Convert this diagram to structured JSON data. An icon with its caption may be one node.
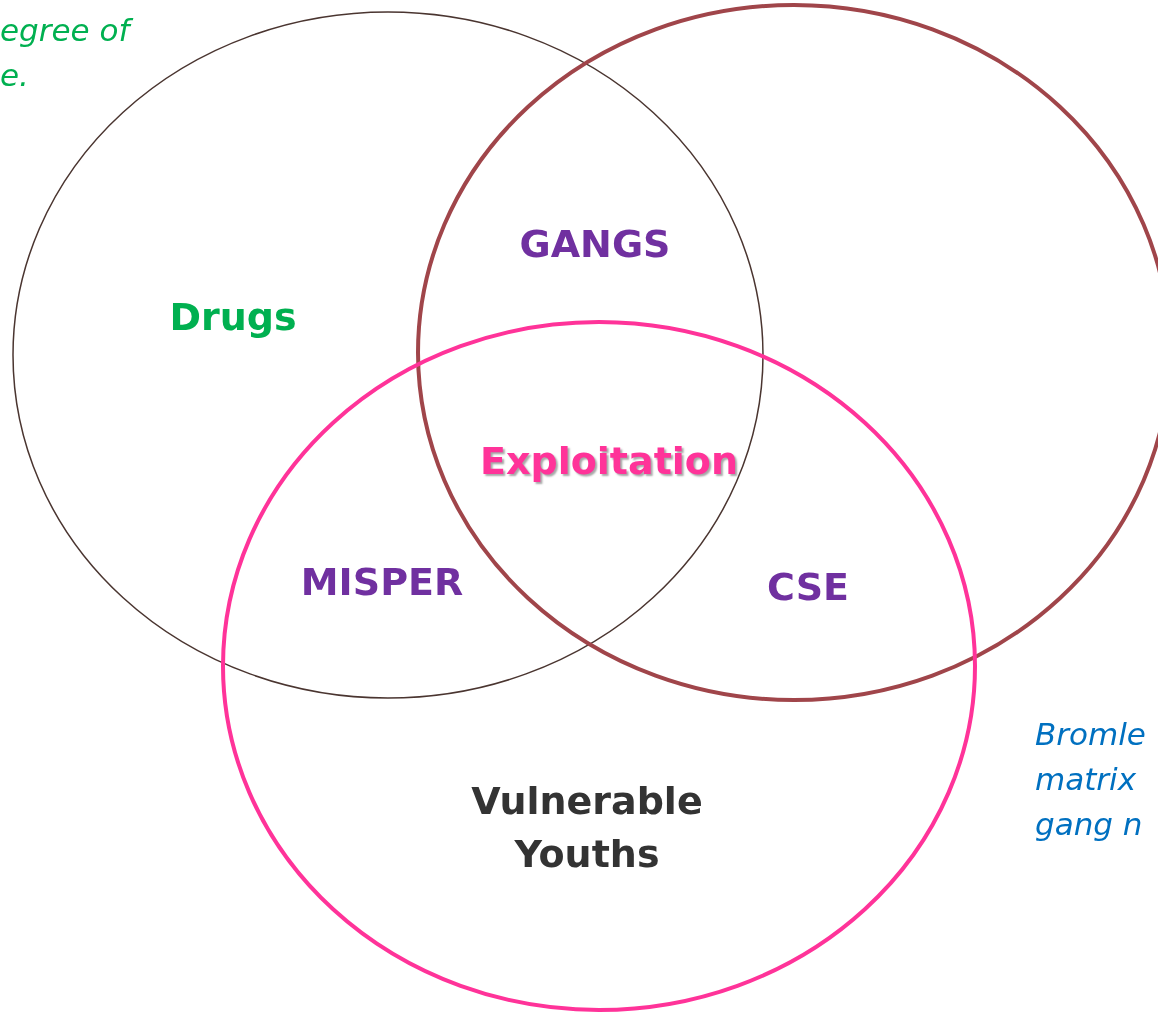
{
  "diagram": {
    "nodes": [
      {
        "text": [
          "Drugs"
        ]
      },
      {
        "text": [],
        "shape": "circle"
      },
      {
        "text": [
          "Vulnerable Youths"
        ]
      }
    ],
    "labels": [
      "egree of e.",
      "GANGS",
      "Exploitation",
      "MISPER",
      "CSE",
      "Bromle matrix gang n"
    ]
  }
}
